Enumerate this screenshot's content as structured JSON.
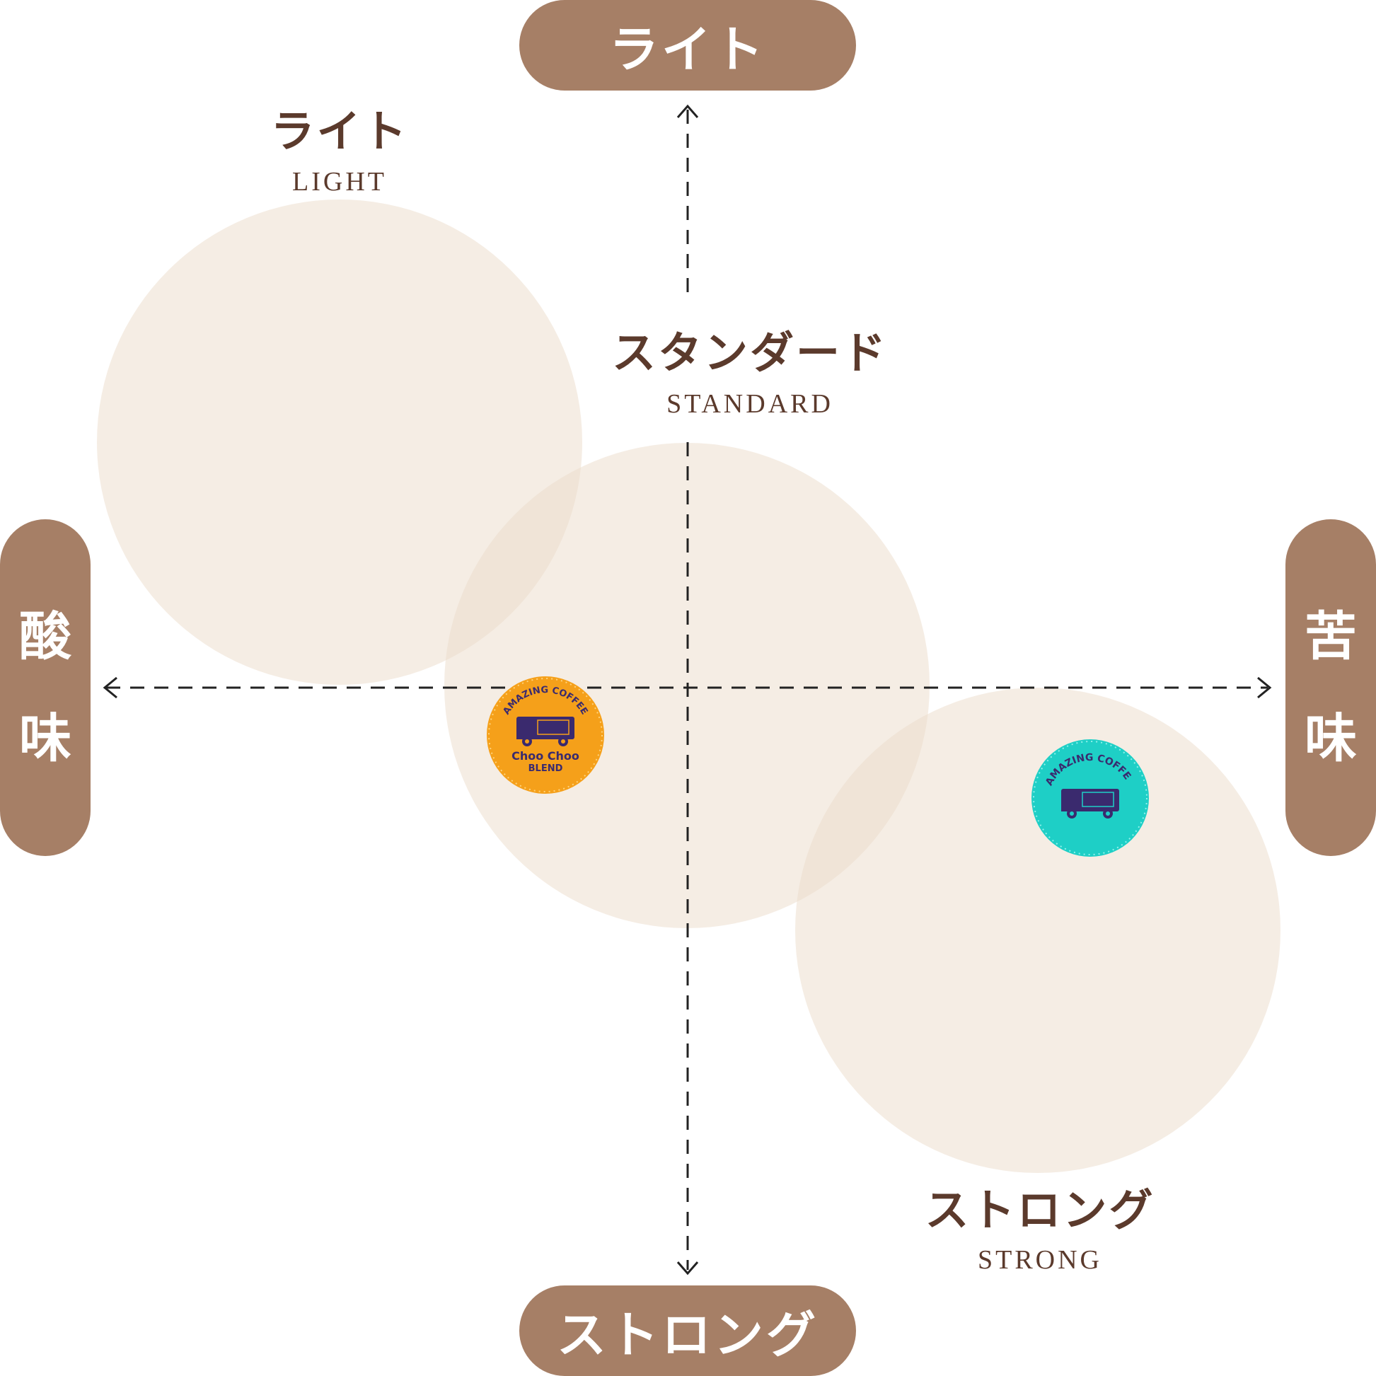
{
  "axes": {
    "top_label": "ライト",
    "bottom_label": "ストロング",
    "left_label": [
      "酸",
      "味"
    ],
    "right_label": [
      "苦",
      "味"
    ]
  },
  "zones": [
    {
      "title": "ライト",
      "subtitle": "LIGHT"
    },
    {
      "title": "スタンダード",
      "subtitle": "STANDARD"
    },
    {
      "title": "ストロング",
      "subtitle": "STRONG"
    }
  ],
  "products": [
    {
      "name": "Choo Choo BLEND",
      "brand_text": "AMAZING COFFEE",
      "color": "#f5a01a",
      "line1": "Choo Choo",
      "line2": "BLEND"
    },
    {
      "name": "AMAZING COFFEE",
      "brand_text": "AMAZING COFFEE",
      "color": "#1ecfc6"
    }
  ],
  "colors": {
    "pill": "#a67f66",
    "bubble": "#ecdcc9",
    "text_dark": "#5b3a2c",
    "axis_line": "#222222"
  }
}
